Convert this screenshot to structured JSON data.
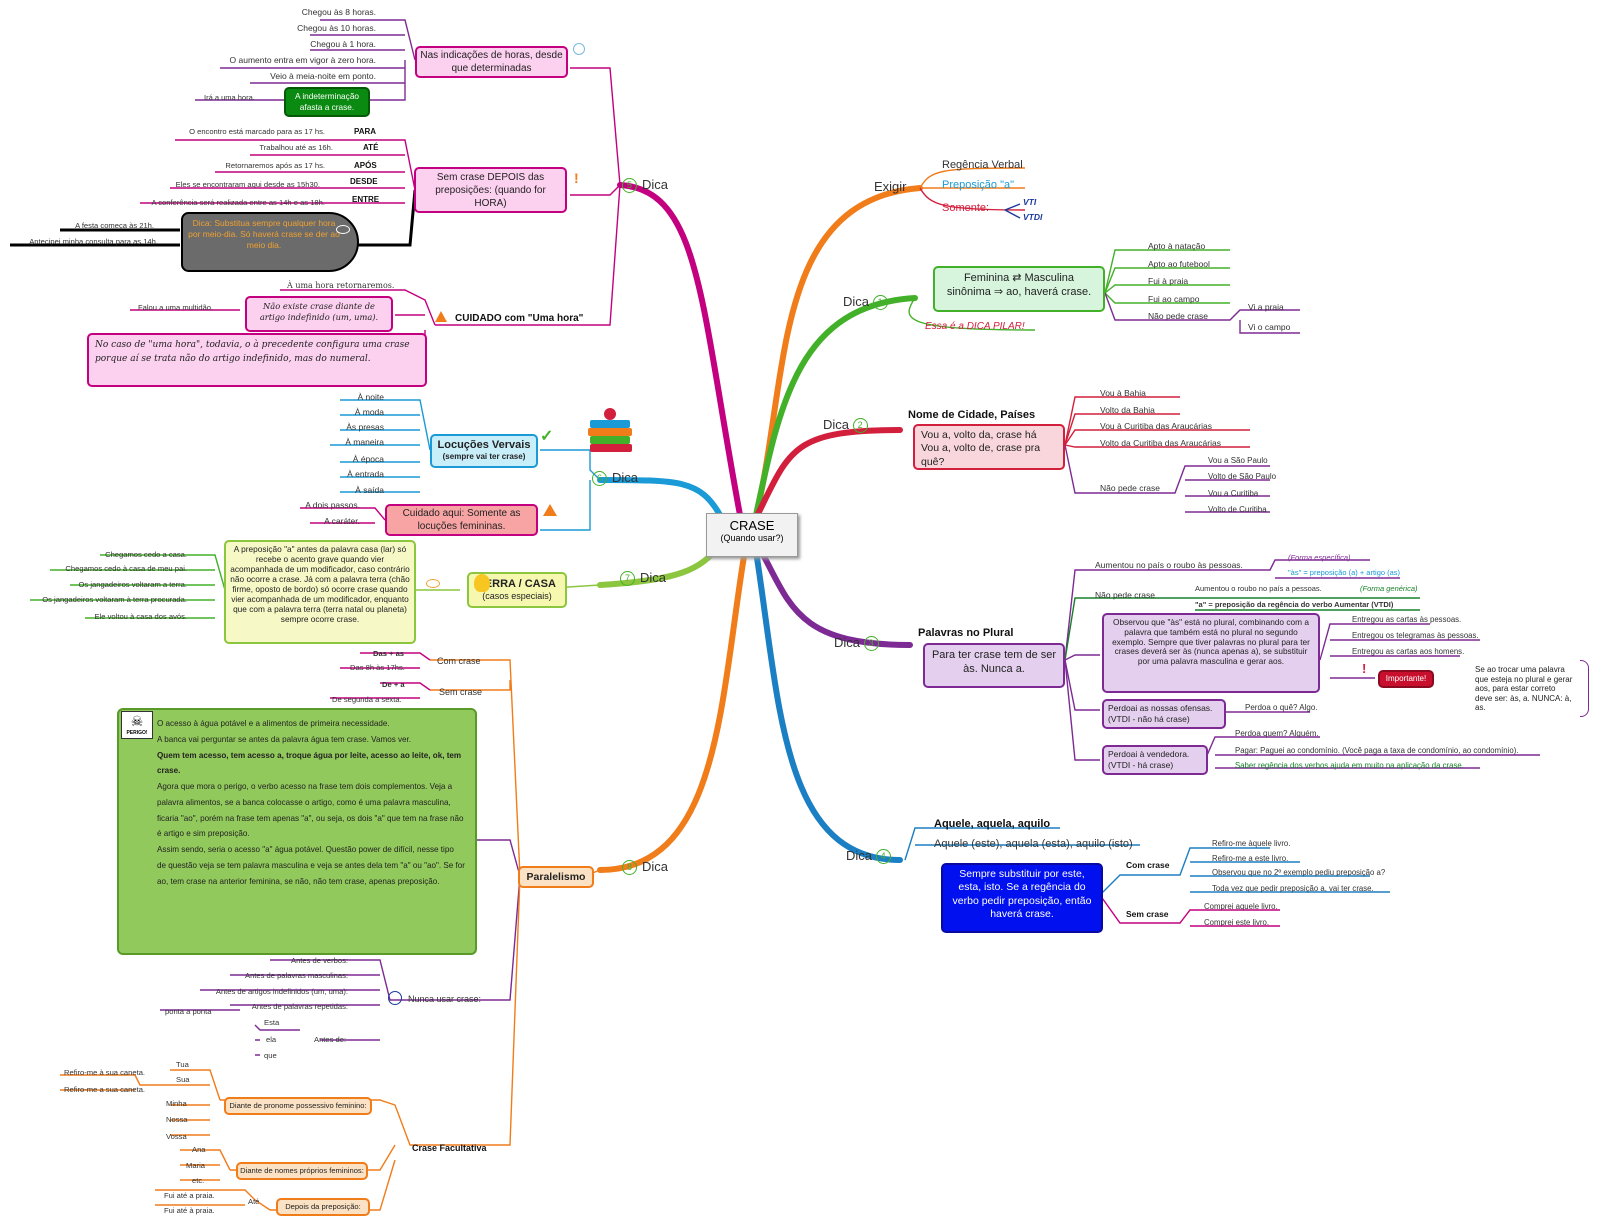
{
  "center": {
    "title": "CRASE",
    "subtitle": "(Quando usar?)"
  },
  "exigir": {
    "label": "Exigir",
    "items": [
      "Regência Verbal",
      "Preposição \"a\"",
      "Somente:"
    ],
    "vti": "VTI",
    "vtdi": "VTDI"
  },
  "d1": {
    "dica": "Dica",
    "num": "1",
    "box": "Feminina ⇄ Masculina sinônima ⇒ ao, haverá crase.",
    "pilar": "Essa é a DICA PILAR!",
    "items": [
      "Apto à natação",
      "Apto ao futebool",
      "Fui à praia",
      "Fui ao campo",
      "Não pede crase"
    ],
    "nao": [
      "Vi a praia",
      "Vi o campo"
    ]
  },
  "d2": {
    "dica": "Dica",
    "num": "2",
    "title": "Nome de Cidade, Países",
    "box": "Vou a, volto da, crase há Vou a, volto de, crase pra quê?",
    "items": [
      "Vou à Bahia",
      "Volto da Bahia",
      "Vou à Curitiba das Araucárias",
      "Volto da Curitiba das Araucárias",
      "Não pede crase"
    ],
    "nao": [
      "Vou a São Paulo",
      "Volto de São Paulo",
      "Vou a Curitiba",
      "Volto de Curitiba"
    ]
  },
  "d3": {
    "dica": "Dica",
    "num": "3",
    "title": "Palavras no Plural",
    "box": "Para ter crase tem de ser às. Nunca a.",
    "l1": "Aumentou no país o roubo às pessoas.",
    "l1a": "(Forma específica)",
    "l1b": "\"às\" = preposição (a) + artigo (as)",
    "nao": "Não pede crase",
    "l2": "Aumentou o roubo no país a pessoas.",
    "l2a": "(Forma genérica)",
    "l2b": "\"a\" = preposição da regência do verbo Aumentar (VTDI)",
    "obs": "Observou que \"às\" está no plural, combinando com a palavra que também está no plural no segundo exemplo. Sempre que tiver palavras no plural para ter crases deverá ser às (nunca apenas a), se substituir por uma palavra masculina e gerar aos.",
    "ex": [
      "Entregou as cartas às pessoas.",
      "Entregou os telegramas às pessoas.",
      "Entregou as cartas aos homens."
    ],
    "importante": "Importante!",
    "note": "Se ao trocar uma palavra que esteja no plural e gerar aos, para estar correto deve ser: às, a. NUNCA: à, as.",
    "perdoai1": "Perdoai as nossas ofensas. (VTDI - não há crase)",
    "perdoai1a": "Perdoa o quê? Algo.",
    "perdoai2": "Perdoai à vendedora. (VTDI - há crase)",
    "perdoai2a": "Perdoa quem? Alguém.",
    "pagar": "Pagar: Paguei ao condomínio. (Você paga a taxa de condomínio, ao condomínio).",
    "saber": "Saber regência dos verbos ajuda em muito na aplicação da crase."
  },
  "d4": {
    "dica": "Dica",
    "num": "4",
    "title": "Aquele, aquela, aquilo",
    "sub": "Aquele (este), aquela (esta), aquilo (isto)",
    "box": "Sempre substituir por este, esta, isto. Se a regência do verbo pedir preposição, então haverá crase.",
    "com": "Com crase",
    "comItems": [
      "Refiro-me àquele livro.",
      "Refiro-me a este livro.",
      "Observou que no 2º exemplo pediu preposição a?",
      "Toda vez que pedir preposição a, vai ter crase."
    ],
    "sem": "Sem crase",
    "semItems": [
      "Comprei aquele livro.",
      "Comprei este livro."
    ]
  },
  "d5": {
    "dica": "Dica",
    "num": "5",
    "horas": "Nas indicações de horas, desde que determinadas",
    "horasItems": [
      "Chegou às 8 horas.",
      "Chegou às 10 horas.",
      "Chegou à 1 hora.",
      "O aumento entra em vigor à zero hora.",
      "Veio à meia-noite em ponto."
    ],
    "indet": "A indeterminação afasta a crase.",
    "indetEx": "Irá a uma hora.",
    "sem": "Sem crase DEPOIS das preposições: (quando for HORA)",
    "preps": [
      "PARA",
      "ATÉ",
      "APÓS",
      "DESDE",
      "ENTRE"
    ],
    "prepEx": [
      "O encontro está marcado para as 17 hs.",
      "Trabalhou até as 16h.",
      "Retornaremos após as 17 hs.",
      "Eles se encontraram aqui desde as 15h30.",
      "A conferência será realizada entre as 14h e as 18h."
    ],
    "dicaBox": "Dica: Substitua sempre qualquer hora por meio-dia. Só haverá crase se der ao meio dia.",
    "dicaEx": [
      "A festa começa às 21h.",
      "Antecipei minha consulta para as 14h."
    ],
    "cuidado": "CUIDADO com \"Uma hora\"",
    "uh1": "À uma hora retornaremos.",
    "uh2": "Não existe crase diante de artigo indefinido (um, uma).",
    "uh2a": "Falou a uma multidão.",
    "uh3": "No caso de \"uma hora\", todavia, o à precedente configura uma crase porque aí se trata não do artigo indefinido, mas do numeral."
  },
  "d6": {
    "dica": "Dica",
    "num": "6",
    "loc": "Locuções Vervais",
    "locSub": "(sempre vai ter crase)",
    "locItems": [
      "À noite",
      "À moda",
      "Às presas",
      "À maneira",
      "À época",
      "À entrada",
      "À saída"
    ],
    "cuidado": "Cuidado aqui: Somente as locuções femininas.",
    "cuidItems": [
      "A dois passos.",
      "A caráter."
    ]
  },
  "d7": {
    "dica": "Dica",
    "num": "7",
    "terra": "TERRA / CASA",
    "terraSub": "(casos especiais)",
    "box": "A preposição \"a\" antes da palavra casa (lar) só recebe o acento grave quando vier acompanhada de um modificador, caso contrário não ocorre a crase. Já com a palavra terra (chão firme, oposto de bordo) só ocorre crase quando vier acompanhada de um modificador, enquanto que com a palavra terra (terra natal ou planeta) sempre ocorre crase.",
    "items": [
      "Chegamos cedo a casa.",
      "Chegamos cedo à casa de meu pai.",
      "Os jangadeiros voltaram a terra.",
      "Os jangadeiros voltaram à terra procurada.",
      "Ele voltou à casa dos avós."
    ]
  },
  "d8": {
    "dica": "Dica",
    "num": "8",
    "paralelismo": "Paralelismo",
    "com": "Com crase",
    "comTop": "Das + as",
    "comEx": "Das 8h às 17hs.",
    "sem": "Sem crase",
    "semTop": "De + a",
    "semEx": "De segunda a sexta.",
    "perigo": "PERIGO!",
    "green": [
      "O acesso à água potável e a alimentos de primeira necessidade.",
      "A banca vai perguntar se antes da palavra água tem crase. Vamos ver.",
      "Quem tem acesso, tem acesso a, troque água por leite, acesso ao leite, ok, tem crase.",
      "Agora que mora o perigo, o verbo acesso na frase tem dois complementos. Veja a palavra alimentos, se a banca colocasse o artigo, como é uma palavra masculina, ficaria \"ao\", porém na frase tem apenas \"a\", ou seja, os dois \"a\" que tem na frase não é artigo e sim preposição.",
      "Assim sendo, seria o acesso \"a\" água potável. Questão power de difícil, nesse tipo de questão veja se tem palavra masculina e veja se antes dela tem \"a\" ou \"ao\". Se for ao, tem crase na anterior feminina, se não, não tem crase, apenas preposição."
    ],
    "nunca": "Nunca usar crase:",
    "nuncaItems": [
      "Antes de verbos:",
      "Antes de palavras masculinas:",
      "Antes de artigos indefinidos (um, uma):",
      "Antes de palavras repetidas:",
      "Antes de:"
    ],
    "repetidas": "ponta a ponta",
    "antesDe": [
      "Esta",
      "ela",
      "que"
    ],
    "facult": "Crase Facultativa",
    "pron": "Diante de pronome possessivo feminino:",
    "pronItems": [
      "Tua",
      "Sua",
      "Minha",
      "Nossa",
      "Vossa"
    ],
    "pronEx": [
      "Refiro-me à sua caneta.",
      "Refiro-me a sua caneta."
    ],
    "nomes": "Diante de nomes próprios femininos:",
    "nomesItems": [
      "Ana",
      "Maria",
      "etc."
    ],
    "depois": "Depois da preposição:",
    "ate": "Até",
    "ateEx": [
      "Fui até a praia.",
      "Fui até à praia."
    ]
  },
  "colors": {
    "orange": "#f07c1a",
    "green": "#43b02a",
    "red": "#d21f3c",
    "purple": "#7d2a94",
    "blue": "#1b7fc4",
    "magenta": "#c3007f",
    "sky": "#1a9ad6",
    "lime": "#8cc63f"
  }
}
